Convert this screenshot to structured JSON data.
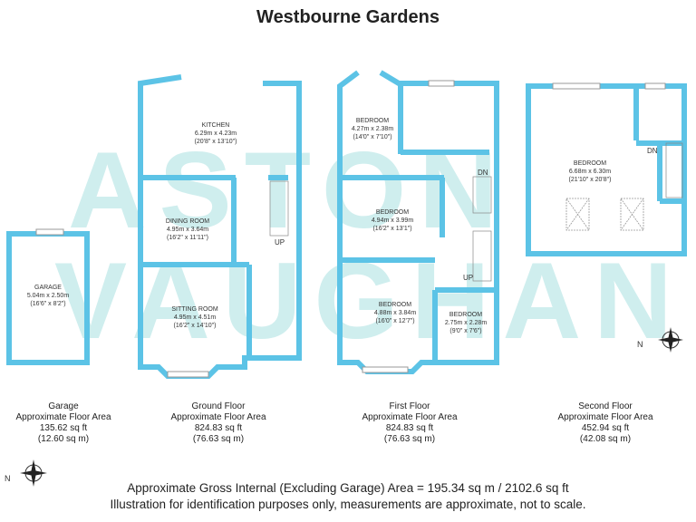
{
  "title": "Westbourne Gardens",
  "watermark": {
    "line1": "ASTON",
    "line2": "VAUGHAN"
  },
  "colors": {
    "wall": "#5cc3e6",
    "watermark": "#cfeeee"
  },
  "rooms": {
    "garage": {
      "name": "GARAGE",
      "metric": "5.04m x 2.50m",
      "imperial": "(16'6\" x 8'2\")"
    },
    "kitchen": {
      "name": "KITCHEN",
      "metric": "6.29m x 4.23m",
      "imperial": "(20'8\" x 13'10\")"
    },
    "dining": {
      "name": "DINING ROOM",
      "metric": "4.95m x 3.64m",
      "imperial": "(16'2\" x 11'11\")"
    },
    "sitting": {
      "name": "SITTING ROOM",
      "metric": "4.95m x 4.51m",
      "imperial": "(16'2\" x 14'10\")"
    },
    "bed1": {
      "name": "BEDROOM",
      "metric": "4.27m x 2.38m",
      "imperial": "(14'0\" x 7'10\")"
    },
    "bed2": {
      "name": "BEDROOM",
      "metric": "4.94m x 3.99m",
      "imperial": "(16'2\" x 13'1\")"
    },
    "bed3": {
      "name": "BEDROOM",
      "metric": "4.88m x 3.84m",
      "imperial": "(16'0\" x 12'7\")"
    },
    "bed4": {
      "name": "BEDROOM",
      "metric": "2.75m x 2.28m",
      "imperial": "(9'0\" x 7'6\")"
    },
    "bed5": {
      "name": "BEDROOM",
      "metric": "6.68m x 6.30m",
      "imperial": "(21'10\" x 20'8\")"
    }
  },
  "stair_tags": {
    "up_ground": "UP",
    "dn_first": "DN",
    "up_first": "UP",
    "dn_second": "DN"
  },
  "floors": [
    {
      "name": "Garage",
      "label": "Approximate Floor Area",
      "sqft": "135.62 sq ft",
      "sqm": "(12.60 sq m)"
    },
    {
      "name": "Ground Floor",
      "label": "Approximate Floor Area",
      "sqft": "824.83 sq ft",
      "sqm": "(76.63 sq m)"
    },
    {
      "name": "First Floor",
      "label": "Approximate Floor Area",
      "sqft": "824.83 sq ft",
      "sqm": "(76.63 sq m)"
    },
    {
      "name": "Second Floor",
      "label": "Approximate Floor Area",
      "sqft": "452.94 sq ft",
      "sqm": "(42.08 sq m)"
    }
  ],
  "compass": {
    "north": "N"
  },
  "footer": {
    "line1": "Approximate Gross Internal (Excluding Garage) Area = 195.34 sq m / 2102.6 sq ft",
    "line2": "Illustration for identification purposes only, measurements are approximate, not to scale."
  }
}
